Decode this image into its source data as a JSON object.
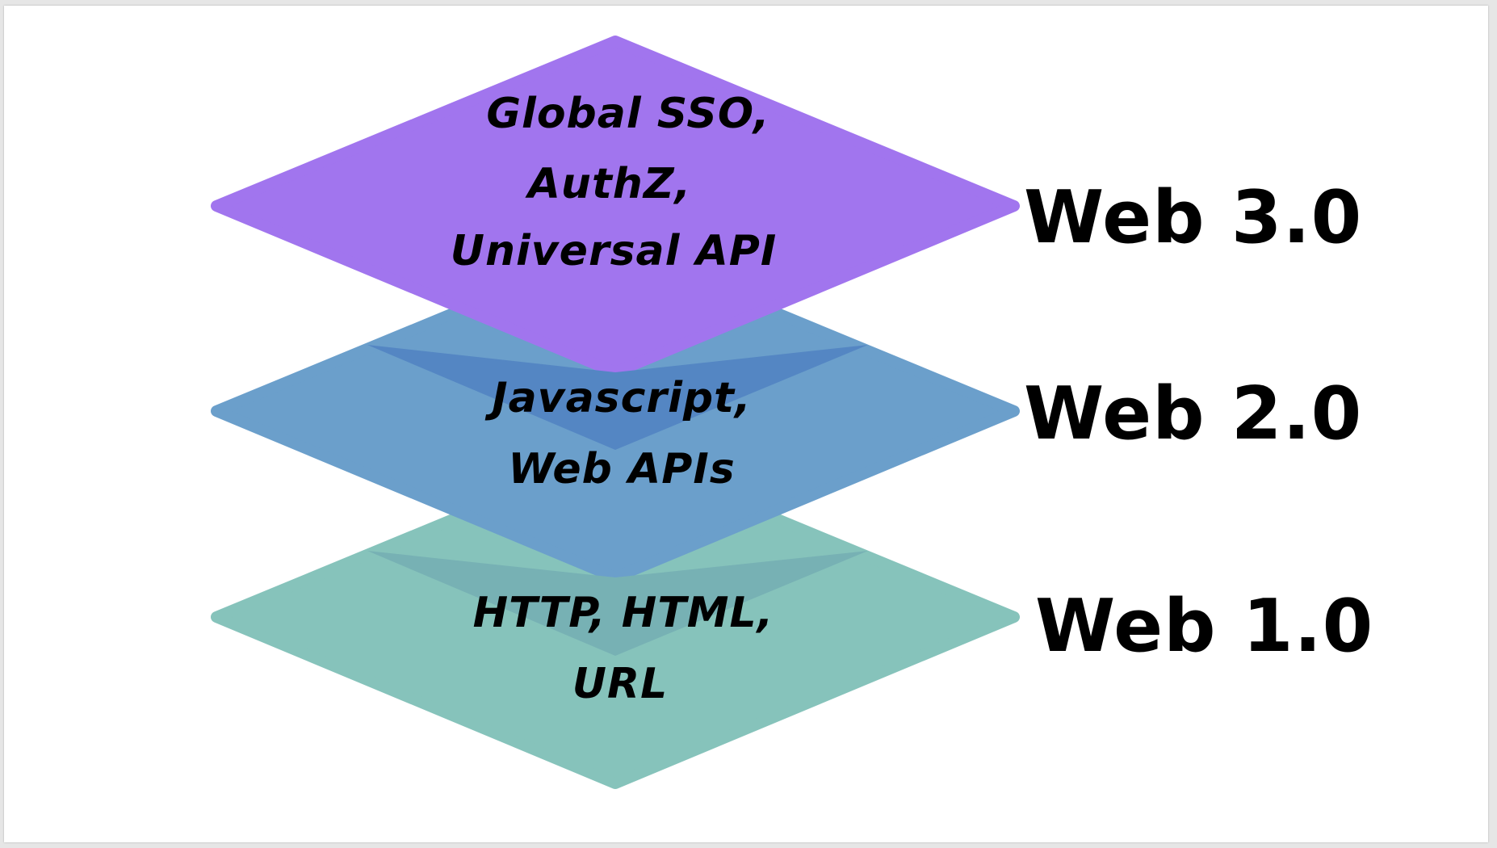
{
  "layers": [
    {
      "level": "top",
      "web_label": "Web 3.0",
      "lines": [
        "Global SSO,",
        "AuthZ,",
        "Universal API"
      ],
      "color": "#a175ee"
    },
    {
      "level": "middle",
      "web_label": "Web 2.0",
      "lines": [
        "Javascript,",
        "Web APIs"
      ],
      "color": "#6b9fcb"
    },
    {
      "level": "bottom",
      "web_label": "Web 1.0",
      "lines": [
        "HTTP, HTML,",
        "URL"
      ],
      "color": "#86c3bb"
    }
  ],
  "overlap_colors": {
    "middle_under_top": "#5486c3",
    "bottom_under_middle": "#77b1b4"
  }
}
